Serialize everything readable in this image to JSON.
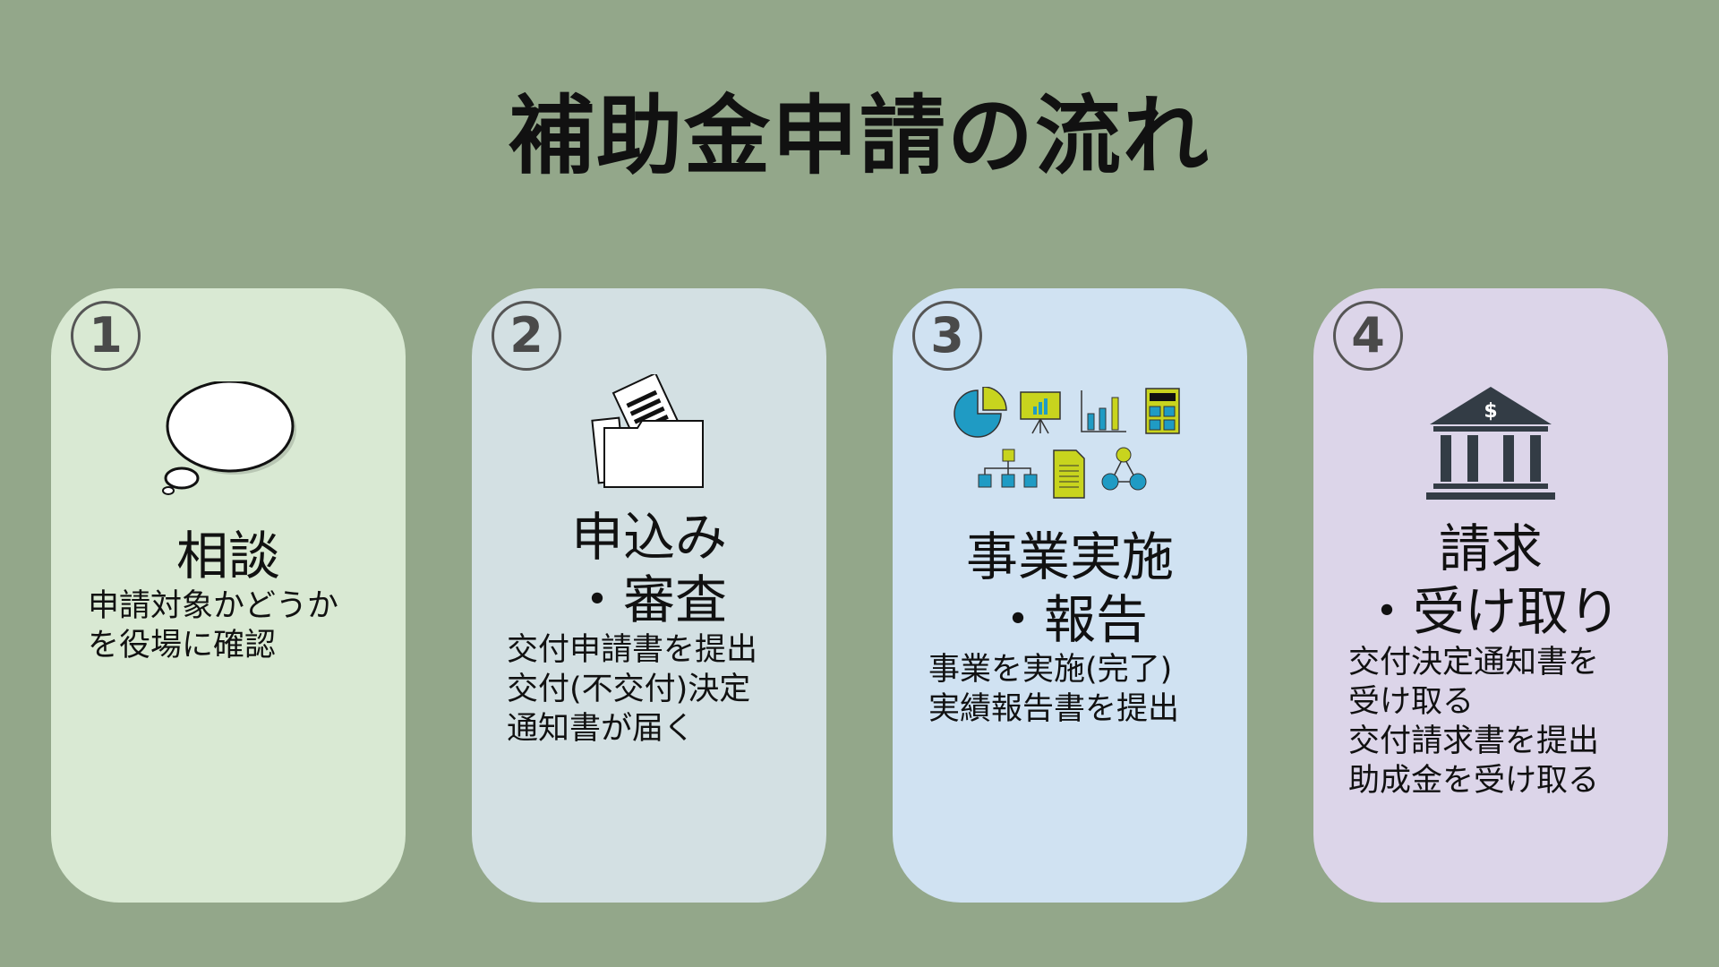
{
  "title": "補助金申請の流れ",
  "colors": {
    "background": "#93a78a",
    "card1": "#d9e9d3",
    "card2": "#d3e0e3",
    "card3": "#d0e2f2",
    "card4": "#dcd5e9",
    "accent_blue": "#1f9bc4",
    "accent_yellow": "#c8d41e",
    "dark": "#333c45"
  },
  "steps": [
    {
      "number": "1",
      "icon": "speech-bubble-icon",
      "heading": [
        "相談"
      ],
      "body": [
        "申請対象かどうか",
        "を役場に確認"
      ]
    },
    {
      "number": "2",
      "icon": "documents-folder-icon",
      "heading": [
        "申込み",
        "・審査"
      ],
      "body": [
        "交付申請書を提出",
        "交付(不交付)決定",
        "通知書が届く"
      ]
    },
    {
      "number": "3",
      "icon": "business-charts-icon",
      "heading": [
        "事業実施",
        "・報告"
      ],
      "body": [
        "事業を実施(完了)",
        "実績報告書を提出"
      ]
    },
    {
      "number": "4",
      "icon": "bank-icon",
      "heading": [
        "請求",
        "・受け取り"
      ],
      "body": [
        "交付決定通知書を",
        "受け取る",
        "交付請求書を提出",
        "助成金を受け取る"
      ]
    }
  ]
}
